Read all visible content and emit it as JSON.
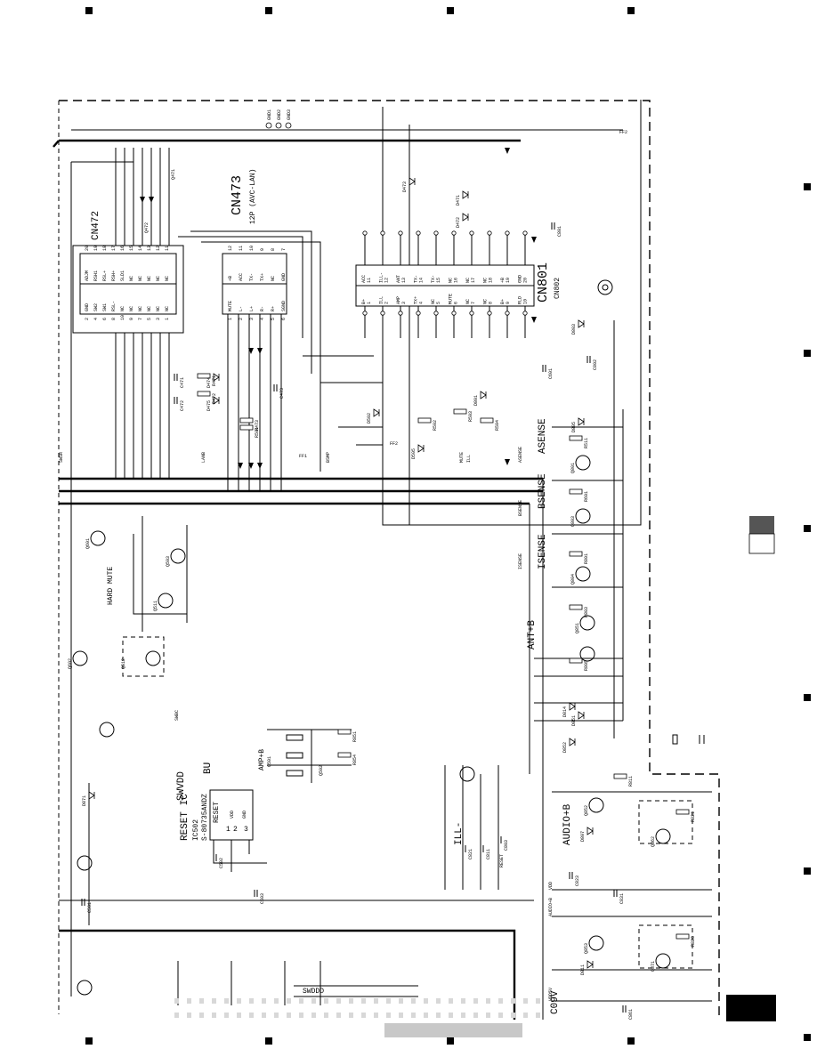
{
  "page": {
    "side_tab_letter": "",
    "corner_page_box": ""
  },
  "connectors": {
    "cn472": {
      "ref": "CN472"
    },
    "cn473": {
      "ref": "CN473",
      "desc": "12P (AVC-LAN)"
    },
    "cn801": {
      "ref": "CN801"
    },
    "cn802": {
      "ref": "CN802"
    },
    "cn472_pins_left": [
      "GND",
      "SW2",
      "SW1",
      "RSL-",
      "NC",
      "NC",
      "NC",
      "NC",
      "NC",
      "NC"
    ],
    "cn472_pins_left_nums": [
      "2",
      "4",
      "6",
      "8",
      "10",
      "9",
      "7",
      "5",
      "3",
      "1"
    ],
    "cn472_pins_right": [
      "ADJM",
      "RSH1",
      "RSL+",
      "RSH+",
      "SLD1",
      "NC",
      "NC",
      "NC",
      "NC",
      "NC"
    ],
    "cn472_pins_right_nums": [
      "20",
      "19",
      "18",
      "17",
      "16",
      "15",
      "14",
      "13",
      "12",
      "11"
    ],
    "cn473_pins_left": [
      "MUTE",
      "L-",
      "L+",
      "R-",
      "R+",
      "SGND"
    ],
    "cn473_pins_left_nums": [
      "1",
      "2",
      "3",
      "4",
      "5",
      "6"
    ],
    "cn473_pins_right": [
      "+B",
      "ACC",
      "TX-",
      "TX+",
      "NC",
      "GND"
    ],
    "cn473_pins_right_nums": [
      "12",
      "11",
      "10",
      "9",
      "8",
      "7"
    ],
    "cn801_pins_top": [
      "ACC",
      "ILL-",
      "ANT",
      "TX-",
      "TX-",
      "NC",
      "NC",
      "NC",
      "+B",
      "GND"
    ],
    "cn801_pins_top_nums": [
      "11",
      "12",
      "13",
      "14",
      "15",
      "16",
      "17",
      "18",
      "19",
      "20"
    ],
    "cn801_pins_bot": [
      "B+",
      "ILL",
      "AMP",
      "TX+",
      "NC",
      "MUTE",
      "NC",
      "NC",
      "B+",
      "RLD"
    ],
    "cn801_pins_bot_nums": [
      "1",
      "2",
      "3",
      "4",
      "5",
      "6",
      "7",
      "8",
      "9",
      "10"
    ]
  },
  "blocks": {
    "hard_mute": "HARD MUTE",
    "reset_ic": "RESET IC",
    "reset_ic_ref": "IC502",
    "reset_ic_part": "S-80735ANDZ",
    "reset_pin_label": "RESET",
    "vdd_label": "VDD",
    "gnd_label": "GND",
    "amp_b": "AMP+B",
    "audio_b": "AUDIO+B",
    "ant_b": "ANT+B",
    "asense": "ASENSE",
    "bsense": "BSENSE",
    "isense": "ISENSE",
    "ill": "ILL-",
    "swvdd": "SWVDD",
    "bu": "BU",
    "c09v": "C09V",
    "swdd": "SWDDD"
  },
  "nets": {
    "top_labels": [
      "GND1",
      "GND2",
      "GND3"
    ],
    "signal_labels": [
      "SWSR",
      "SWBC",
      "ASENSE",
      "BSENSE",
      "ISENSE",
      "LANB",
      "RESET",
      "VDD",
      "AUDIO+B",
      "VDD5V",
      "BSMP",
      "ILL",
      "MUTE"
    ],
    "side_markers": [
      "FF2",
      "FF2",
      "FF1"
    ]
  },
  "parts": {
    "q_labels": [
      "Q471",
      "Q472",
      "Q501",
      "Q502",
      "Q503",
      "Q511",
      "Q512",
      "Q601",
      "Q602",
      "Q801",
      "Q803",
      "Q804",
      "Q851",
      "Q852",
      "Q853",
      "Q862",
      "Q871"
    ],
    "d_labels": [
      "D471",
      "D472",
      "D473",
      "D474",
      "D475",
      "D502",
      "D505",
      "D801",
      "D803",
      "D805",
      "D807",
      "D811",
      "D814",
      "D851",
      "D852",
      "D871"
    ],
    "r_labels": [
      "R471",
      "R472",
      "R473",
      "R501",
      "R502",
      "R503",
      "R504",
      "R511",
      "R601",
      "R801",
      "R803",
      "R805",
      "R811",
      "R821",
      "R826",
      "R851",
      "R854"
    ],
    "c_labels": [
      "C471",
      "C472",
      "C473",
      "C501",
      "C502",
      "C503",
      "C601",
      "C801",
      "C802",
      "C803",
      "C811",
      "C821",
      "C823",
      "C831",
      "C861"
    ]
  },
  "bottom_bar": {
    "text": ""
  }
}
